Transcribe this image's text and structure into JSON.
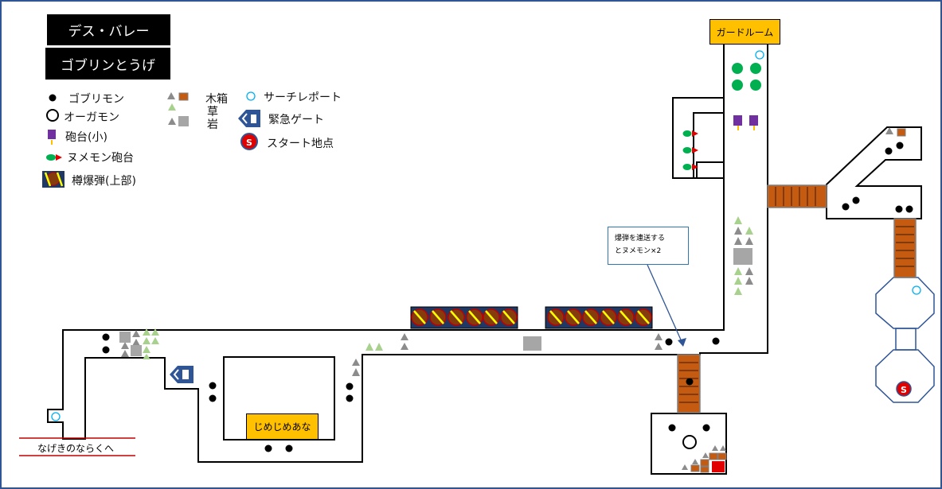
{
  "titles": {
    "area": "デス・バレー",
    "sub_area": "ゴブリンとうげ"
  },
  "legend": {
    "goblimon": "ゴブリモン",
    "ogremon": "オーガモン",
    "cannon_small": "砲台(小)",
    "numemon_cannon": "ヌメモン砲台",
    "barrel_bomb": "樽爆弾(上部)",
    "wood_box": "木箱",
    "grass": "草",
    "rock": "岩",
    "search_teleport": "サーチレポート",
    "emergency_gate": "緊急ゲート",
    "start_point": "スタート地点"
  },
  "rooms": {
    "guard_room": "ガードルーム",
    "jimejime_hole": "じめじめあな"
  },
  "start_marker": "S",
  "callout": {
    "line1": "爆弾を連送する",
    "line2": "とヌメモン×2"
  },
  "exit": "なげきのならくへ",
  "colors": {
    "frame": "#2f5597",
    "room_label": "#ffc000",
    "goblimon": "#000000",
    "slime": "#00b050",
    "cannon": "#7030a0",
    "wood": "#c55a11",
    "grass": "#a9d18e",
    "rock": "#a6a6a6",
    "teleport": "#00b0f0",
    "gate": "#2f5597",
    "start": "#e00000",
    "barrel": "#843c0c",
    "exit_line": "#c00000"
  }
}
